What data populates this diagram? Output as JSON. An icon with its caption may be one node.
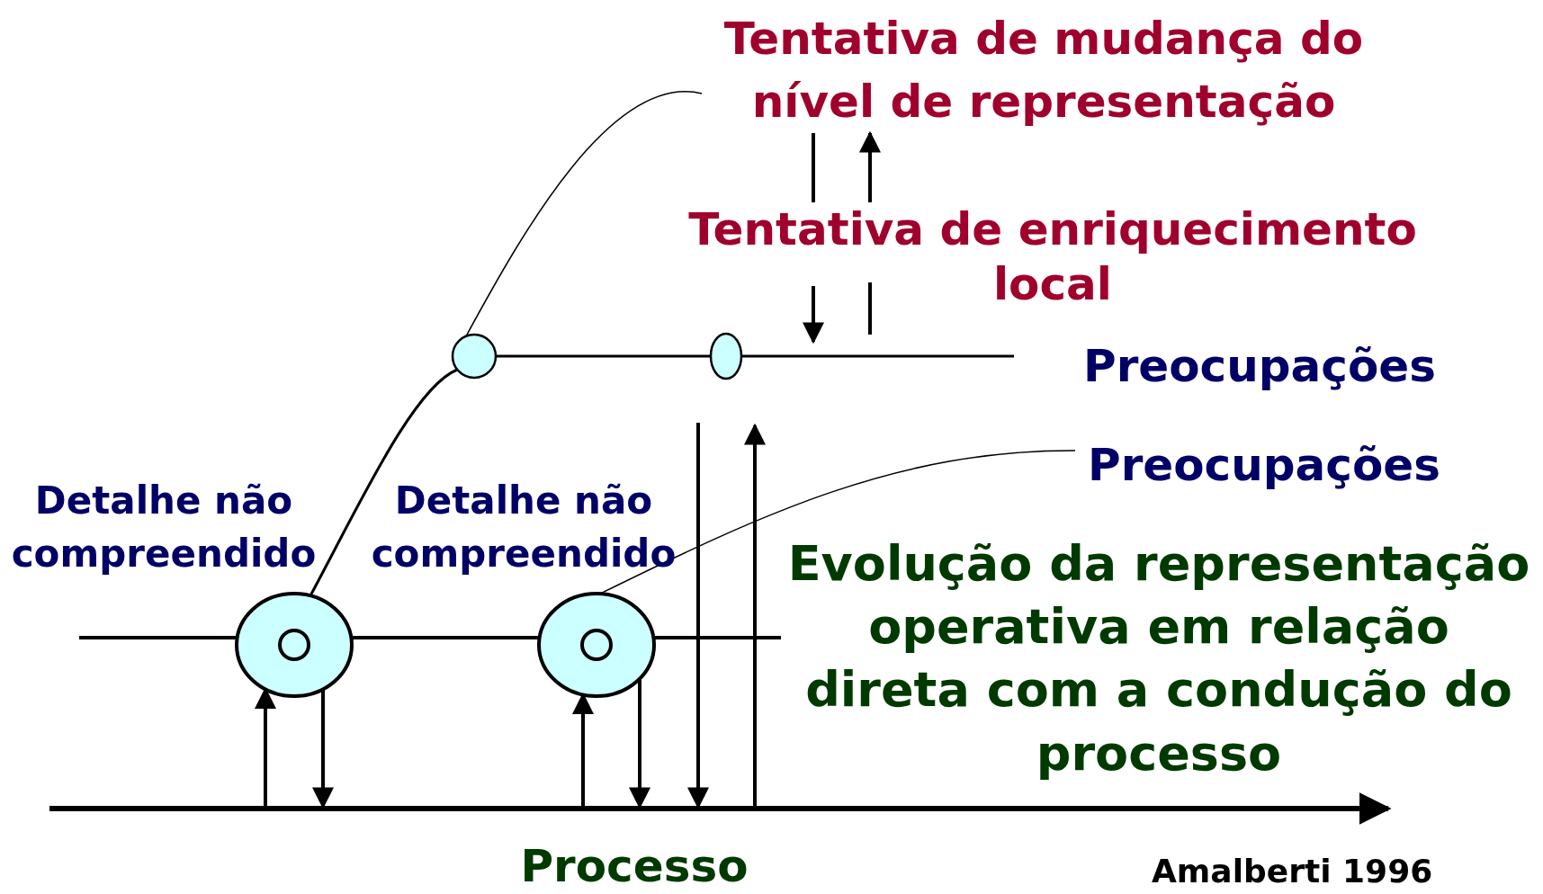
{
  "diagram": {
    "nodes": [
      {
        "text": [
          "Tentativa de mudança do nível de representação"
        ]
      },
      {
        "text": [
          "Tentativa de enriquecimento local"
        ]
      },
      {
        "text": [
          "Preocupações"
        ]
      },
      {
        "text": [
          "Preocupações"
        ]
      },
      {
        "text": [
          "Detalhe não compreendido"
        ]
      },
      {
        "text": [
          "Detalhe não compreendido"
        ]
      },
      {
        "text": [
          "Evolução da representação operativa em relação direta com a condução do processo"
        ]
      },
      {
        "text": [
          "Processo"
        ]
      },
      {
        "text": [],
        "shape": "circle"
      },
      {
        "text": [],
        "shape": "ellipse"
      },
      {
        "text": [],
        "shape": "ellipse"
      },
      {
        "text": [],
        "shape": "ellipse"
      }
    ],
    "edges": [
      {
        "from": 10,
        "to": 8,
        "arrow": "none"
      },
      {
        "from": 8,
        "to": 0,
        "arrow": "none"
      },
      {
        "from": 11,
        "to": 3,
        "arrow": "none"
      },
      {
        "from": 8,
        "to": 9,
        "arrow": "none"
      },
      {
        "from": 9,
        "to": null,
        "arrow": "none"
      },
      {
        "from": null,
        "to": 10,
        "arrow": "none"
      },
      {
        "from": 10,
        "to": 11,
        "arrow": "none"
      },
      {
        "from": 11,
        "to": 6,
        "arrow": "none"
      },
      {
        "from": 7,
        "to": 10,
        "arrow": "to"
      },
      {
        "from": 10,
        "to": 7,
        "arrow": "to"
      },
      {
        "from": 7,
        "to": 11,
        "arrow": "to"
      },
      {
        "from": 11,
        "to": 7,
        "arrow": "to"
      },
      {
        "from": 0,
        "to": 1,
        "arrow": "none"
      },
      {
        "from": 1,
        "to": null,
        "arrow": "to"
      },
      {
        "from": null,
        "to": 1,
        "arrow": "none"
      },
      {
        "from": 1,
        "to": 0,
        "arrow": "to"
      },
      {
        "from": null,
        "to": 7,
        "arrow": "to"
      },
      {
        "from": 7,
        "to": null,
        "arrow": "to"
      }
    ],
    "labels": [
      "Amalberti 1996"
    ]
  }
}
